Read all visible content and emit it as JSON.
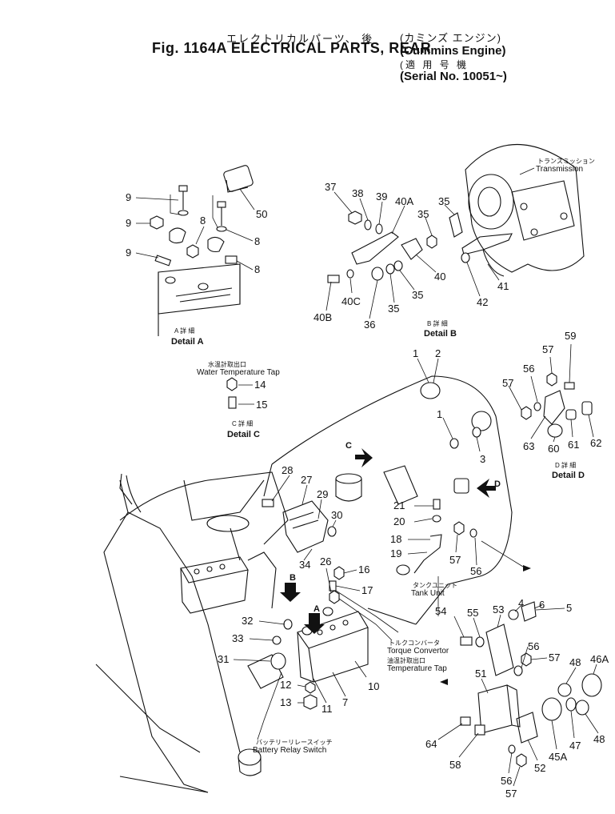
{
  "title": {
    "jp": "エレクトリカルパーツ、 後",
    "en": "Fig. 1164A ELECTRICAL PARTS, REAR",
    "engine_jp": "(カミンズ エンジン)",
    "engine_en": "(Cummins Engine)",
    "serial_jp": "(適 用 号 機",
    "serial_en": "(Serial No. 10051~)"
  },
  "labels": {
    "transmission_jp": "トランスミッション",
    "transmission_en": "Transmission",
    "detail_a_jp": "A 詳 細",
    "detail_a_en": "Detail A",
    "detail_b_jp": "B 詳 細",
    "detail_b_en": "Detail B",
    "detail_c_jp": "C 詳 細",
    "detail_c_en": "Detail C",
    "detail_d_jp": "D 詳 細",
    "detail_d_en": "Detail D",
    "water_temp_jp": "水温計取出口",
    "water_temp_en": "Water Temperature Tap",
    "tank_unit_jp": "タンクユニット",
    "tank_unit_en": "Tank Unit",
    "torque_conv_jp": "トルクコンバータ",
    "torque_conv_en": "Torque Convertor",
    "oil_temp_jp": "油温計取出口",
    "oil_temp_en": "Temperature Tap",
    "relay_jp": "バッテリーリレースイッチ",
    "relay_en": "Battery Relay Switch",
    "arrow_a": "A",
    "arrow_b": "B",
    "arrow_c": "C",
    "arrow_d": "D"
  },
  "callouts": {
    "c1a": "1",
    "c2": "2",
    "c1b": "1",
    "c3": "3",
    "c4": "4",
    "c5": "5",
    "c6": "6",
    "c7": "7",
    "c8a": "8",
    "c8b": "8",
    "c8c": "8",
    "c9a": "9",
    "c9b": "9",
    "c9c": "9",
    "c10": "10",
    "c11": "11",
    "c12": "12",
    "c13": "13",
    "c14": "14",
    "c15": "15",
    "c16": "16",
    "c17": "17",
    "c18": "18",
    "c19": "19",
    "c20": "20",
    "c21": "21",
    "c26": "26",
    "c27": "27",
    "c28": "28",
    "c29": "29",
    "c30": "30",
    "c31": "31",
    "c32": "32",
    "c33": "33",
    "c34": "34",
    "c35a": "35",
    "c35b": "35",
    "c35c": "35",
    "c35d": "35",
    "c36": "36",
    "c37": "37",
    "c38": "38",
    "c39": "39",
    "c40": "40",
    "c40a": "40A",
    "c40b": "40B",
    "c40c": "40C",
    "c41": "41",
    "c42": "42",
    "c45a": "45A",
    "c46a": "46A",
    "c47": "47",
    "c48a": "48",
    "c48b": "48",
    "c50": "50",
    "c51": "51",
    "c52": "52",
    "c53": "53",
    "c54": "54",
    "c55": "55",
    "c56a": "56",
    "c56b": "56",
    "c56c": "56",
    "c56d": "56",
    "c57a": "57",
    "c57b": "57",
    "c57c": "57",
    "c57d": "57",
    "c57e": "57",
    "c58": "58",
    "c59": "59",
    "c60": "60",
    "c61": "61",
    "c62": "62",
    "c63": "63",
    "c64": "64"
  }
}
